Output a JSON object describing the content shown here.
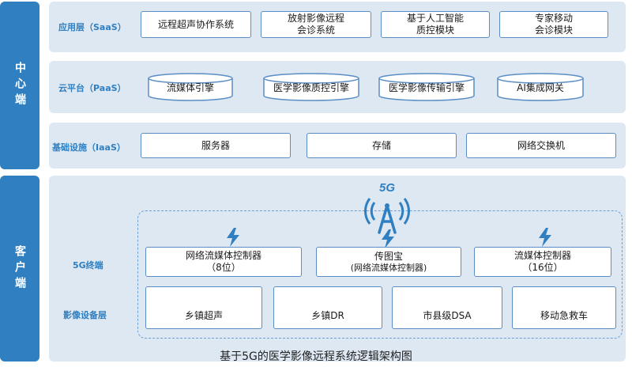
{
  "sides": {
    "center": "中心端",
    "client": "客户端"
  },
  "saas": {
    "label": "应用层（SaaS）",
    "items": [
      {
        "lines": [
          "远程超声协作系统"
        ]
      },
      {
        "lines": [
          "放射影像远程",
          "会诊系统"
        ]
      },
      {
        "lines": [
          "基于人工智能",
          "质控模块"
        ]
      },
      {
        "lines": [
          "专家移动",
          "会诊模块"
        ]
      }
    ]
  },
  "paas": {
    "label": "云平台（PaaS）",
    "items": [
      "流媒体引擎",
      "医学影像质控引擎",
      "医学影像传输引擎",
      "AI集成网关"
    ]
  },
  "iaas": {
    "label": "基础设施（IaaS）",
    "items": [
      "服务器",
      "存储",
      "网络交换机"
    ]
  },
  "client": {
    "badge": "5G",
    "terminal_label": "5G终端",
    "device_label": "影像设备层",
    "terminals": [
      {
        "line1": "网络流媒体控制器",
        "line2": "（8位）"
      },
      {
        "line1": "传图宝",
        "line2": "(网络流媒体控制器)"
      },
      {
        "line1": "流媒体控制器",
        "line2": "（16位）"
      }
    ],
    "devices": [
      "乡镇超声",
      "乡镇DR",
      "市县级DSA",
      "移动急救车"
    ]
  },
  "caption": "基于5G的医学影像远程系统逻辑架构图",
  "colors": {
    "accent": "#2f7fc1",
    "panel": "#dde8f3",
    "border": "#5b8ec4",
    "bolt": "#2f7fc1"
  }
}
